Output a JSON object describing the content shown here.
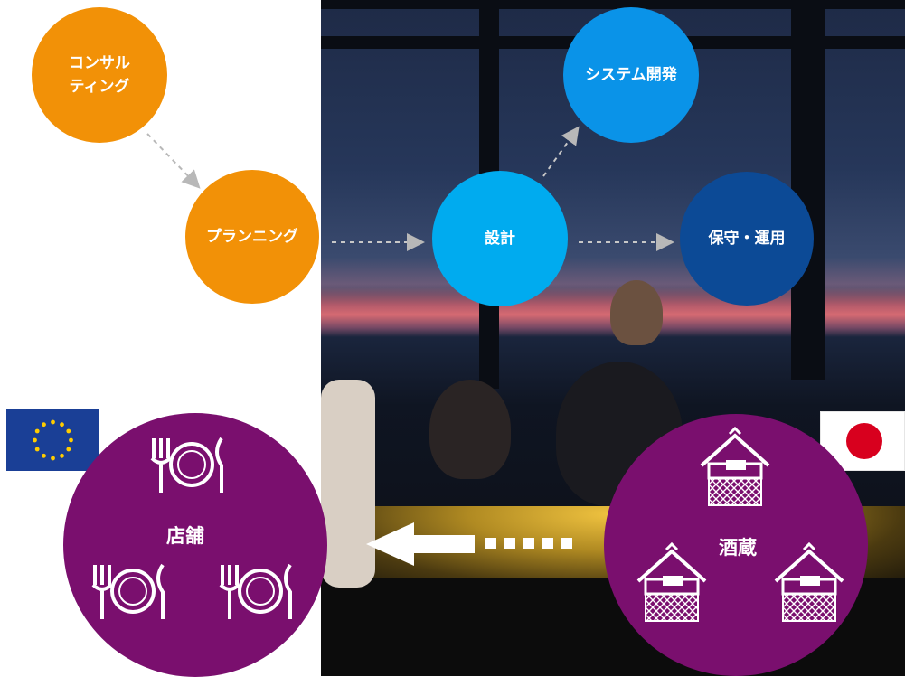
{
  "nodes": {
    "consulting": "コンサル\nティング",
    "planning": "プランニング",
    "design": "設計",
    "system_dev": "システム開発",
    "maintenance": "保守・運用"
  },
  "bottom": {
    "store_label": "店舗",
    "brewery_label": "酒蔵"
  },
  "icons": {
    "cutlery": "fork-plate-knife-icon",
    "brewery": "sake-brewery-icon",
    "eu_flag": "eu-flag-icon",
    "jp_flag": "japan-flag-icon",
    "arrow": "left-arrow-icon"
  },
  "colors": {
    "orange": "#f29107",
    "blue_dev": "#0a93e8",
    "blue_design": "#00abef",
    "blue_maint": "#0c4a96",
    "purple": "#7a0f6e",
    "eu_blue": "#1a3f96",
    "jp_red": "#d8001e"
  }
}
